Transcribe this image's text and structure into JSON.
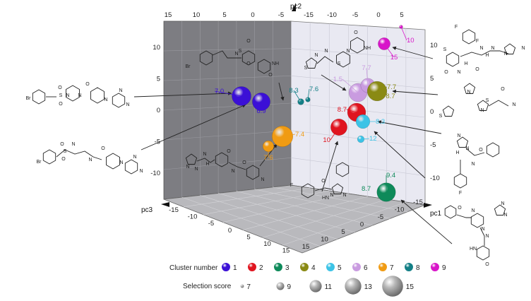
{
  "chart_data": {
    "type": "scatter",
    "subtype": "3d-bubble",
    "axes": {
      "pc1": {
        "label": "pc1",
        "ticks": [
          "-15",
          "-10",
          "-5",
          "0",
          "5",
          "10",
          "15"
        ]
      },
      "pc2": {
        "label": "pc2",
        "ticks": [
          "-10",
          "-5",
          "0",
          "5",
          "10"
        ]
      },
      "pc3": {
        "label": "pc3",
        "ticks": [
          "-15",
          "-10",
          "-5",
          "0",
          "5",
          "10",
          "15"
        ]
      },
      "pc3_top_ticks": [
        "15",
        "10",
        "5",
        "0",
        "-5"
      ],
      "pc1_top_ticks": [
        "-15",
        "-10",
        "-5",
        "0",
        "5"
      ]
    },
    "points": [
      {
        "cluster": 1,
        "score": 14.2,
        "label": "7.0"
      },
      {
        "cluster": 1,
        "score": 13.6,
        "label": "6.9"
      },
      {
        "cluster": 7,
        "score": 15.0,
        "label": "7.4"
      },
      {
        "cluster": 7,
        "score": 10.5,
        "label": "7.6"
      },
      {
        "cluster": 8,
        "score": 8.3,
        "label": "8.3"
      },
      {
        "cluster": 8,
        "score": 7.6,
        "label": "7.6"
      },
      {
        "cluster": 9,
        "score": 11.0,
        "label": "15"
      },
      {
        "cluster": 9,
        "score": 7.0,
        "label": "10"
      },
      {
        "cluster": 6,
        "score": 13.8,
        "label": "1.5"
      },
      {
        "cluster": 6,
        "score": 12.0,
        "label": "7.7"
      },
      {
        "cluster": 4,
        "score": 14.4,
        "label": "7.7"
      },
      {
        "cluster": 2,
        "score": 13.8,
        "label": "8.7"
      },
      {
        "cluster": 2,
        "score": 13.0,
        "label": "10"
      },
      {
        "cluster": 5,
        "score": 11.8,
        "label": "8.3"
      },
      {
        "cluster": 5,
        "score": 8.6,
        "label": "12"
      },
      {
        "cluster": 3,
        "score": 14.0,
        "label": "9.4"
      },
      {
        "cluster": 3,
        "score": 10.0,
        "label": "8.7"
      }
    ],
    "point_labels_extra": [
      "8.7"
    ],
    "legend": {
      "cluster_title": "Cluster number",
      "clusters": [
        {
          "id": "1",
          "color": "#3b10d6"
        },
        {
          "id": "2",
          "color": "#e0141f"
        },
        {
          "id": "3",
          "color": "#0e8a5a"
        },
        {
          "id": "4",
          "color": "#8a8a14"
        },
        {
          "id": "5",
          "color": "#3cc3e6"
        },
        {
          "id": "6",
          "color": "#c99be0"
        },
        {
          "id": "7",
          "color": "#f09b13"
        },
        {
          "id": "8",
          "color": "#137f86"
        },
        {
          "id": "9",
          "color": "#d815c9"
        }
      ],
      "score_title": "Selection score",
      "scores": [
        "7",
        "9",
        "11",
        "13",
        "15"
      ]
    }
  },
  "molecule_atoms": {
    "m1": [
      "Br",
      "N",
      "O",
      "NH",
      "O",
      "S",
      "O"
    ],
    "m2": [
      "Br",
      "O",
      "S",
      "O",
      "N",
      "N",
      "O",
      "N",
      "N",
      "N"
    ],
    "m3": [
      "Br",
      "O",
      "S",
      "O",
      "N",
      "N",
      "O",
      "N",
      "N",
      "N"
    ],
    "m4": [
      "N",
      "N",
      "H",
      "N",
      "O",
      "N",
      "O",
      "N"
    ],
    "m5": [
      "S",
      "N",
      "N",
      "S",
      "N",
      "O",
      "NH"
    ],
    "m6": [
      "F",
      "O",
      "N",
      "HN",
      "N"
    ],
    "m7": [
      "F",
      "F",
      "S",
      "N",
      "H",
      "N",
      "H",
      "N",
      "O",
      "N",
      "O",
      "N"
    ],
    "m8": [
      "S",
      "N",
      "N",
      "S",
      "O",
      "N"
    ],
    "m9": [
      "N",
      "N",
      "H",
      "O",
      "N",
      "F"
    ],
    "m10": [
      "O",
      "N",
      "N",
      "N",
      "N",
      "N",
      "HN",
      "O"
    ]
  }
}
